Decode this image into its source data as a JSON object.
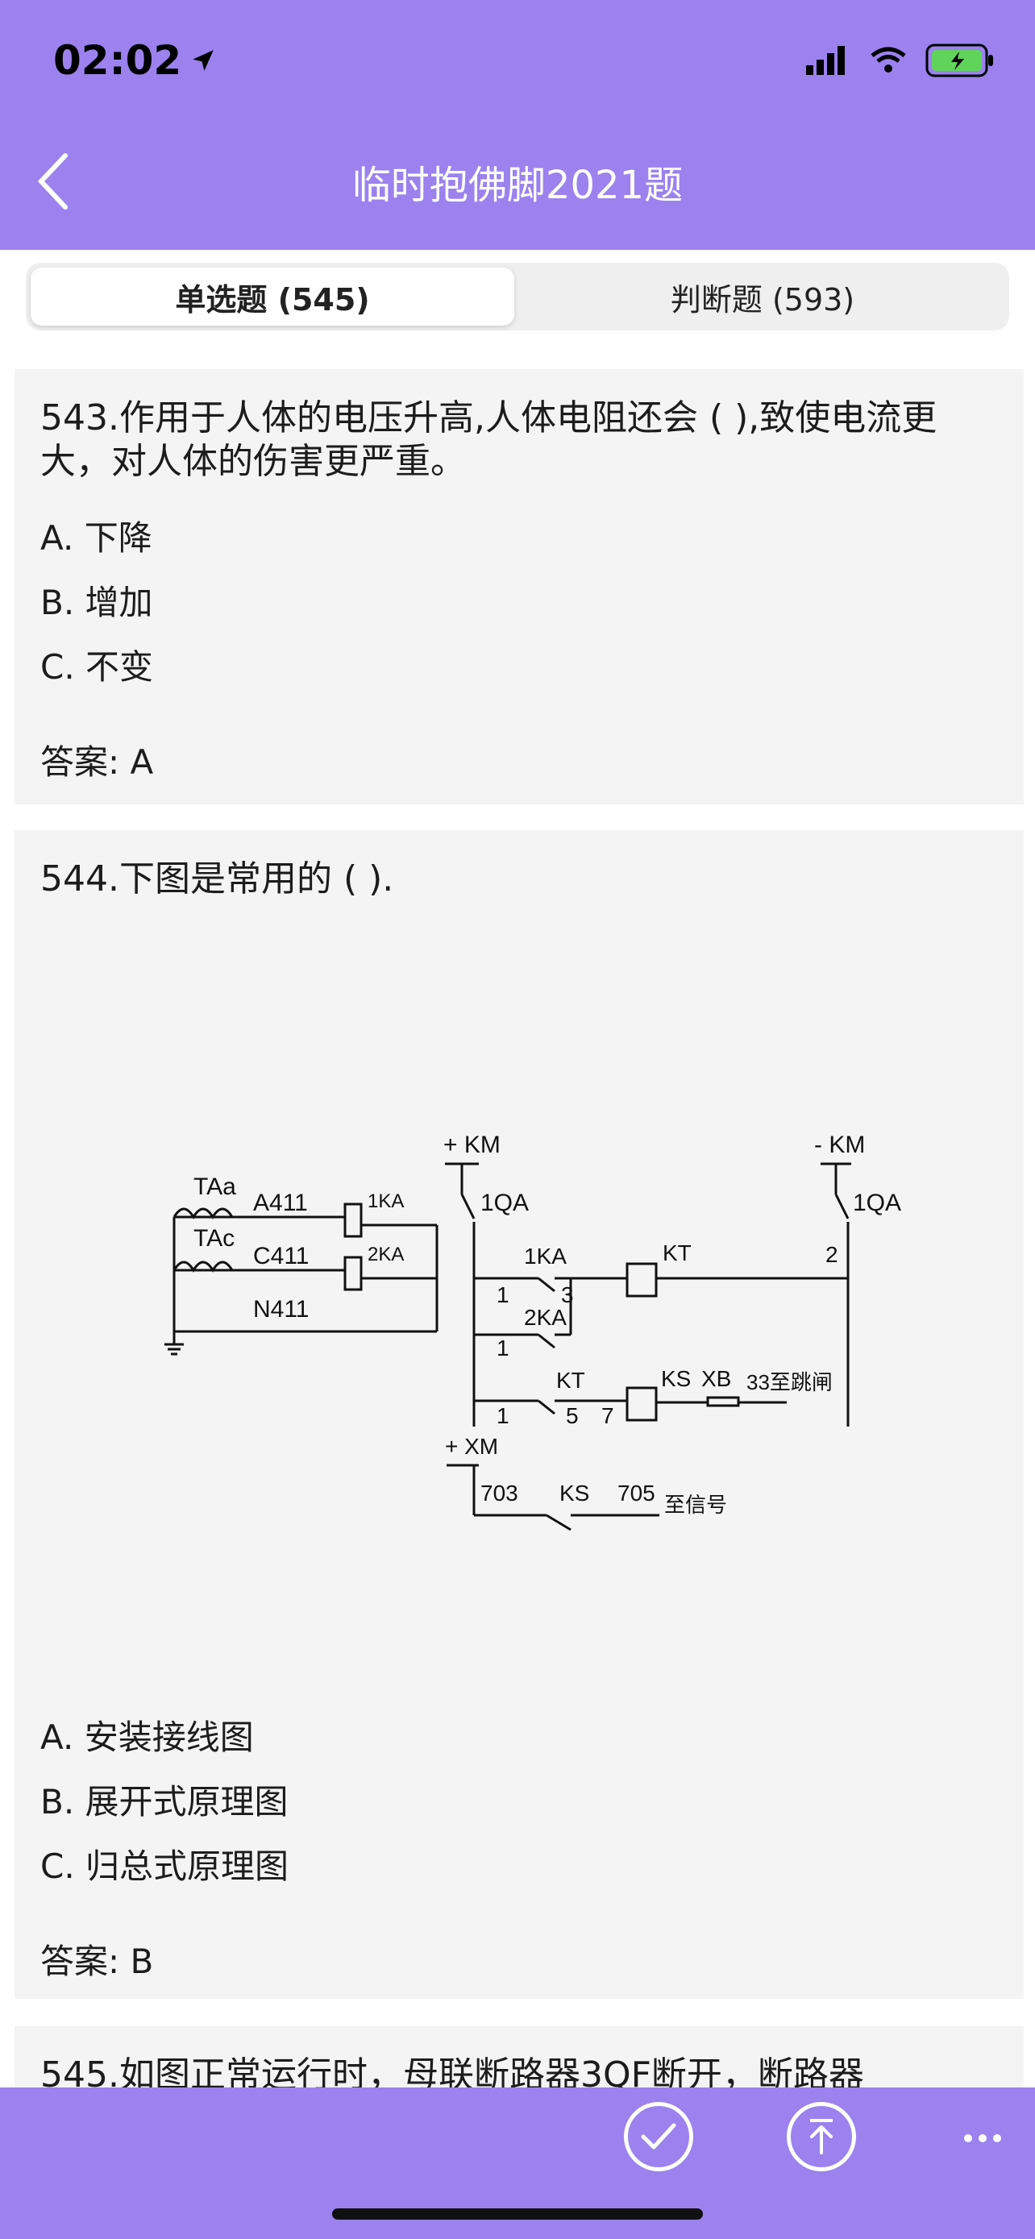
{
  "status": {
    "time": "02:02"
  },
  "nav": {
    "title": "临时抱佛脚2021题"
  },
  "tabs": [
    {
      "label": "单选题 (545)",
      "active": true
    },
    {
      "label": "判断题 (593)",
      "active": false
    }
  ],
  "questions": [
    {
      "text": "543.作用于人体的电压升高,人体电阻还会 (   ),致使电流更大，对人体的伤害更严重。",
      "options": [
        "A. 下降",
        "B. 增加",
        "C. 不变"
      ],
      "answer": "答案: A"
    },
    {
      "text": "544.下图是常用的 (   ).",
      "options": [
        "A. 安装接线图",
        "B. 展开式原理图",
        "C. 归总式原理图"
      ],
      "answer": "答案: B",
      "diagram_labels": {
        "plus_km": "+ KM",
        "minus_km": "- KM",
        "qa_left": "1QA",
        "qa_right": "1QA",
        "taa": "TAa",
        "tac": "TAc",
        "a411": "A411",
        "c411": "C411",
        "n411": "N411",
        "ka1": "1KA",
        "ka2": "2KA",
        "ka1b": "1KA",
        "ka2b": "2KA",
        "kt": "KT",
        "kt2": "KT",
        "n2": "2",
        "n1a": "1",
        "n3": "3",
        "n1b": "1",
        "n1c": "1",
        "n5": "5",
        "n7": "7",
        "ks": "KS",
        "xb": "XB",
        "trip": "33至跳闸",
        "plus_xm": "+ XM",
        "n703": "703",
        "ks2": "KS",
        "n705": "705",
        "signal": "至信号"
      }
    },
    {
      "text": "545.如图正常运行时，母联断路器3QF断开，断路器"
    }
  ],
  "colors": {
    "accent": "#9b82ee",
    "card": "#f4f4f4"
  }
}
